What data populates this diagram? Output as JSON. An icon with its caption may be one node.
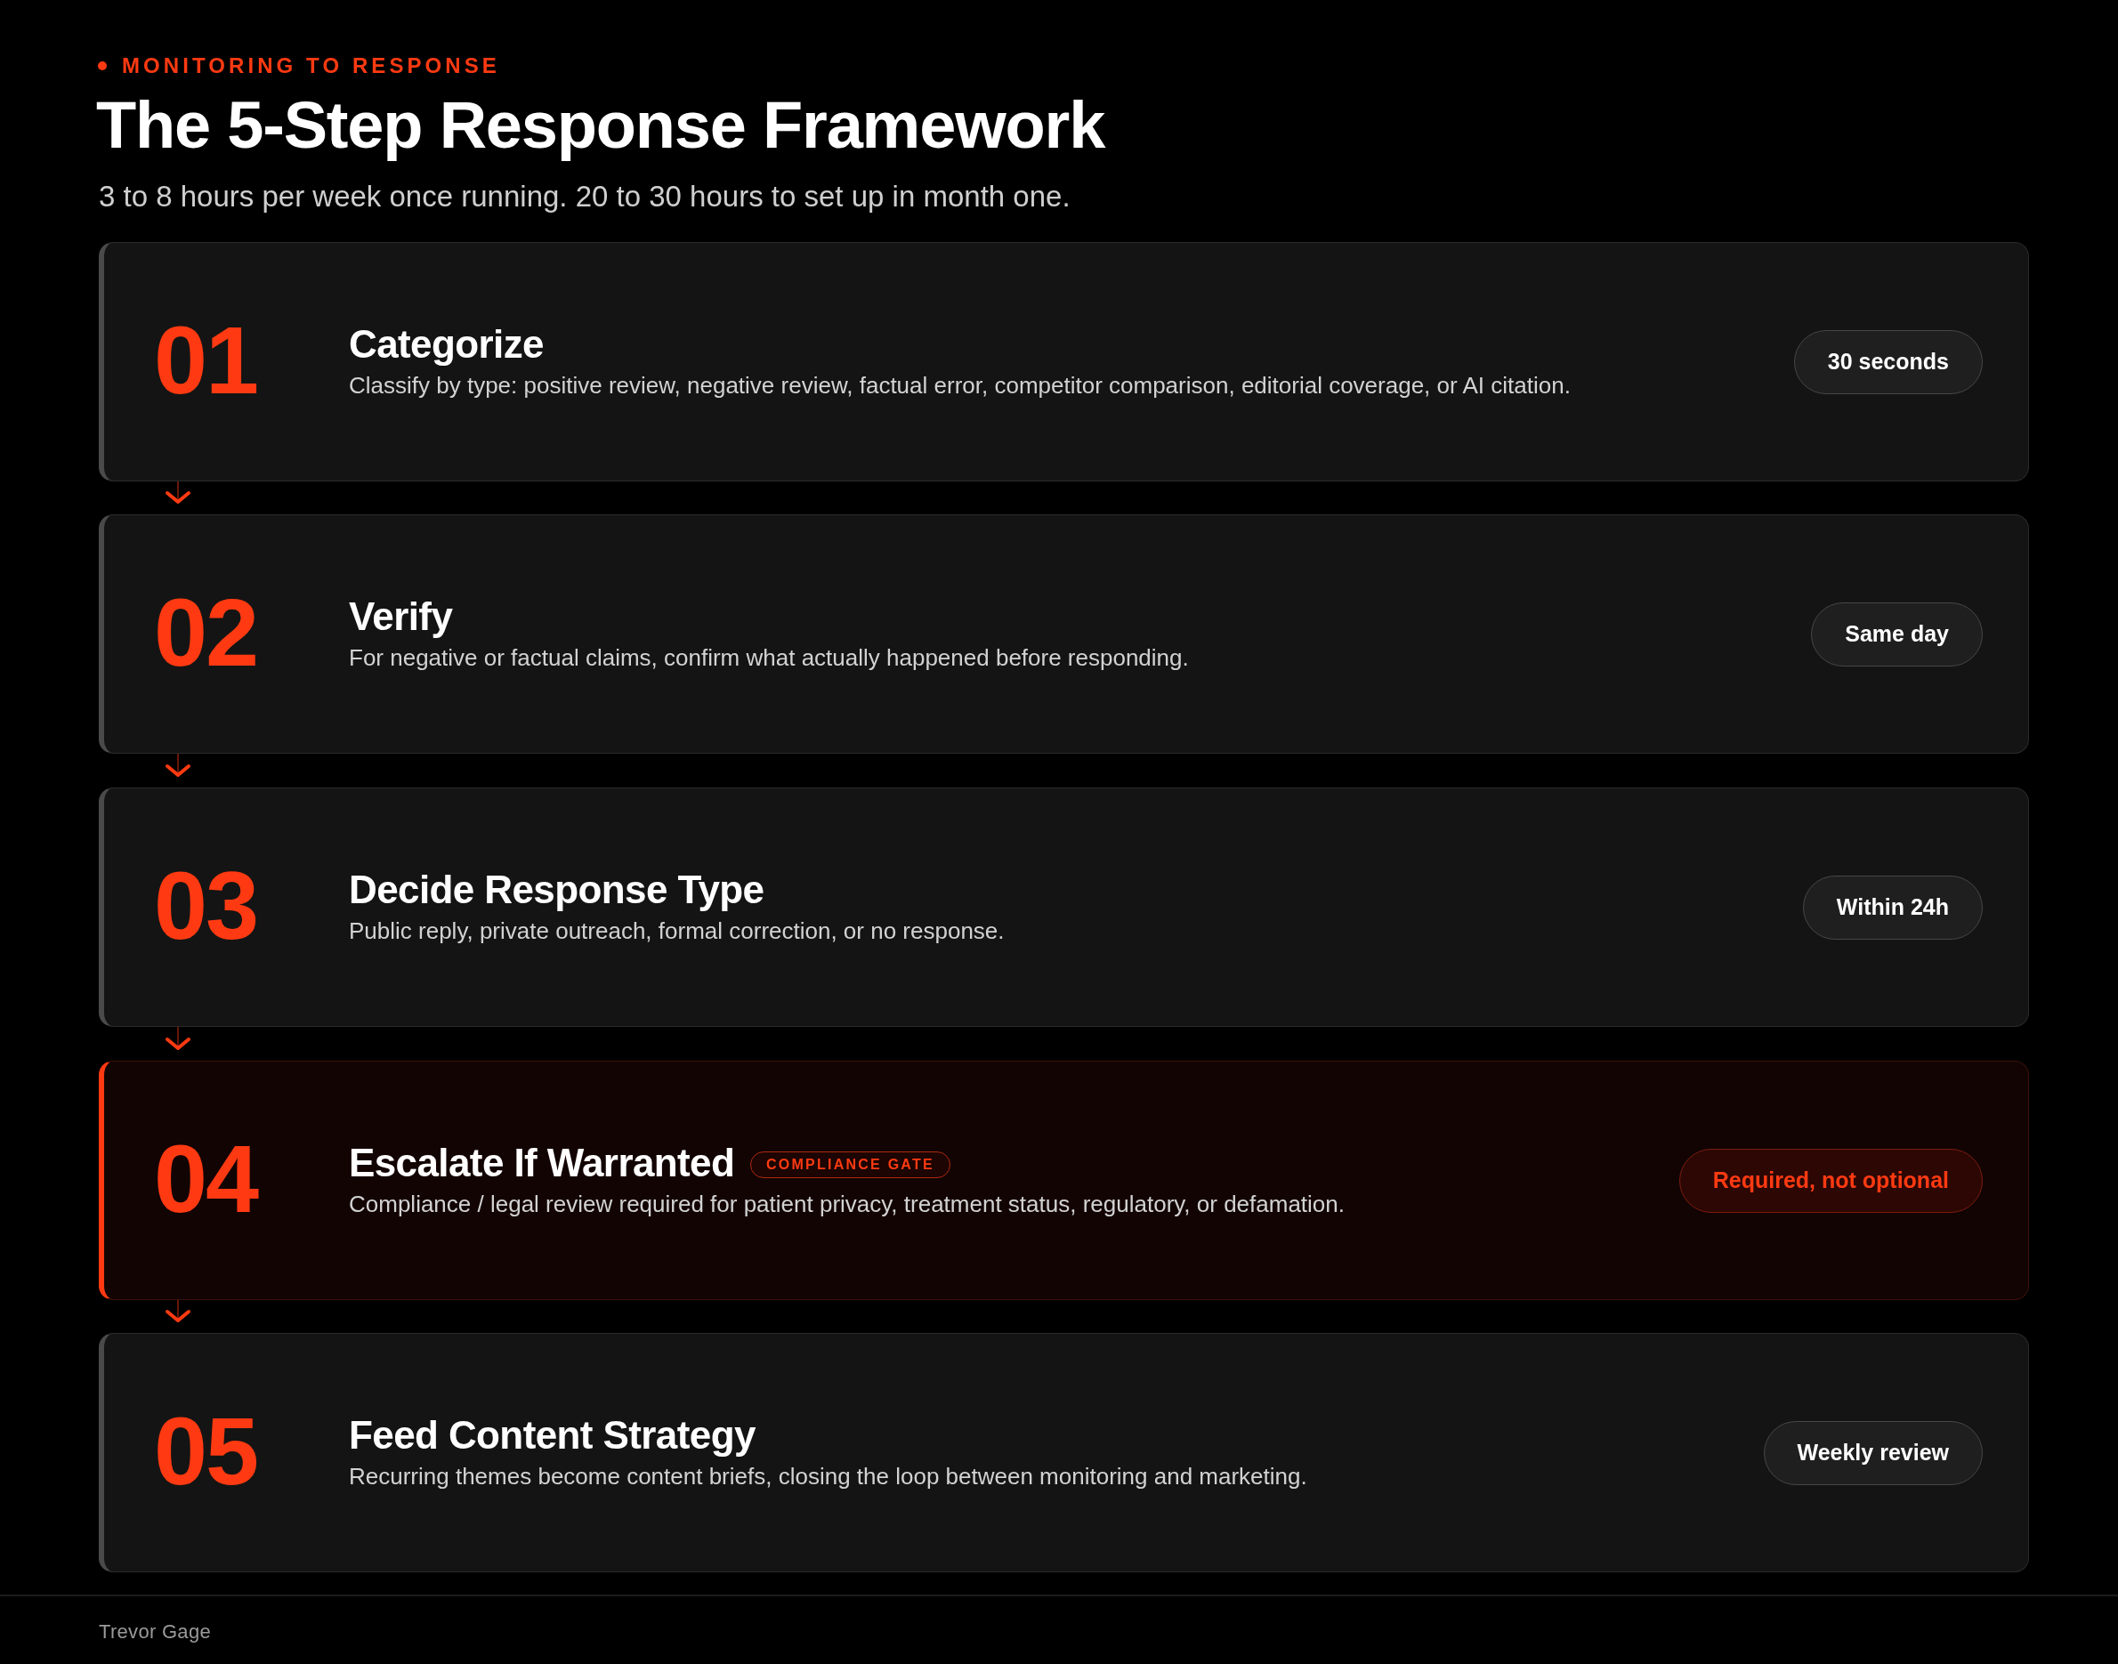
{
  "diagram": {
    "title": "The 5-Step Response Framework",
    "nodes": [
      {
        "text": [
          "01",
          "Categorize",
          "Classify by type: positive review, negative review, factual error, competitor comparison, editorial coverage, or AI citation."
        ]
      },
      {
        "text": [
          "30 seconds"
        ],
        "in": 0
      },
      {
        "text": [
          "02",
          "Verify",
          "For negative or factual claims, confirm what actually happened before responding."
        ]
      },
      {
        "text": [
          "Same day"
        ],
        "in": 2
      },
      {
        "text": [
          "03",
          "Decide Response Type",
          "Public reply, private outreach, formal correction, or no response."
        ]
      },
      {
        "text": [
          "Within 24h"
        ],
        "in": 4
      },
      {
        "text": [
          "04",
          "Escalate If Warranted",
          "Compliance / legal review required for patient privacy, treatment status, regulatory, or defamation."
        ]
      },
      {
        "text": [
          "COMPLIANCE GATE"
        ],
        "in": 6
      },
      {
        "text": [
          "Required, not optional"
        ],
        "in": 6
      },
      {
        "text": [
          "05",
          "Feed Content Strategy",
          "Recurring themes become content briefs, closing the loop between monitoring and marketing."
        ]
      },
      {
        "text": [
          "Weekly review"
        ],
        "in": 9
      }
    ],
    "edges": [
      {
        "from": 0,
        "to": 2,
        "arrow": "to"
      },
      {
        "from": 2,
        "to": 4,
        "arrow": "to"
      },
      {
        "from": 4,
        "to": 6,
        "arrow": "to"
      },
      {
        "from": 6,
        "to": 9,
        "arrow": "to"
      }
    ],
    "labels": [
      "MONITORING TO RESPONSE",
      "3 to 8 hours per week once running. 20 to 30 hours to set up in month one.",
      "Trevor Gage"
    ]
  }
}
